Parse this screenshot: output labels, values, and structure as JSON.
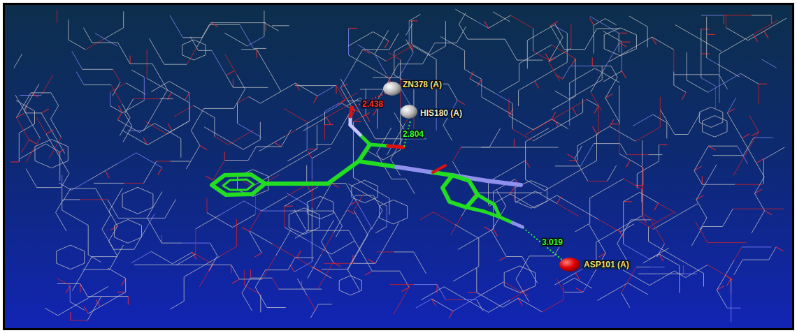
{
  "diagram": {
    "labels": [
      "ZN378 (A)",
      "2.438",
      "HIS180 (A)",
      "2.804",
      "3.019",
      "ASP101 (A)"
    ]
  }
}
